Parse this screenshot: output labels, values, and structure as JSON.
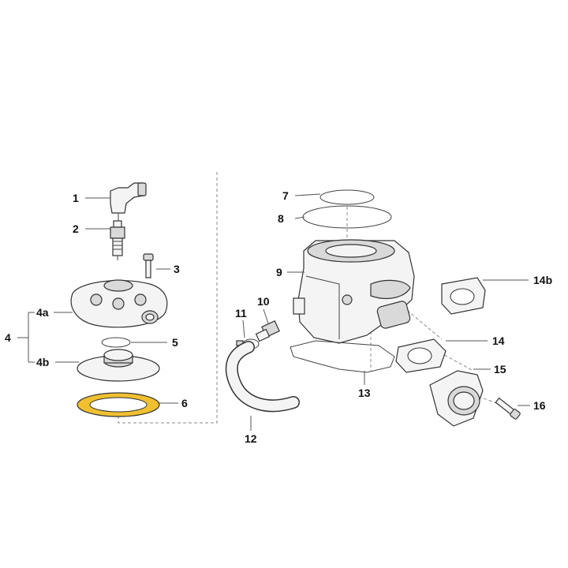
{
  "highlight_color": "#f0c030",
  "labels": [
    {
      "id": "1",
      "text": "1"
    },
    {
      "id": "2",
      "text": "2"
    },
    {
      "id": "3",
      "text": "3"
    },
    {
      "id": "4",
      "text": "4"
    },
    {
      "id": "4a",
      "text": "4a"
    },
    {
      "id": "4b",
      "text": "4b"
    },
    {
      "id": "5",
      "text": "5"
    },
    {
      "id": "6",
      "text": "6"
    },
    {
      "id": "7",
      "text": "7"
    },
    {
      "id": "8",
      "text": "8"
    },
    {
      "id": "9",
      "text": "9"
    },
    {
      "id": "10",
      "text": "10"
    },
    {
      "id": "11",
      "text": "11"
    },
    {
      "id": "12",
      "text": "12"
    },
    {
      "id": "13",
      "text": "13"
    },
    {
      "id": "14",
      "text": "14"
    },
    {
      "id": "14b",
      "text": "14b"
    },
    {
      "id": "15",
      "text": "15"
    },
    {
      "id": "16",
      "text": "16"
    }
  ]
}
